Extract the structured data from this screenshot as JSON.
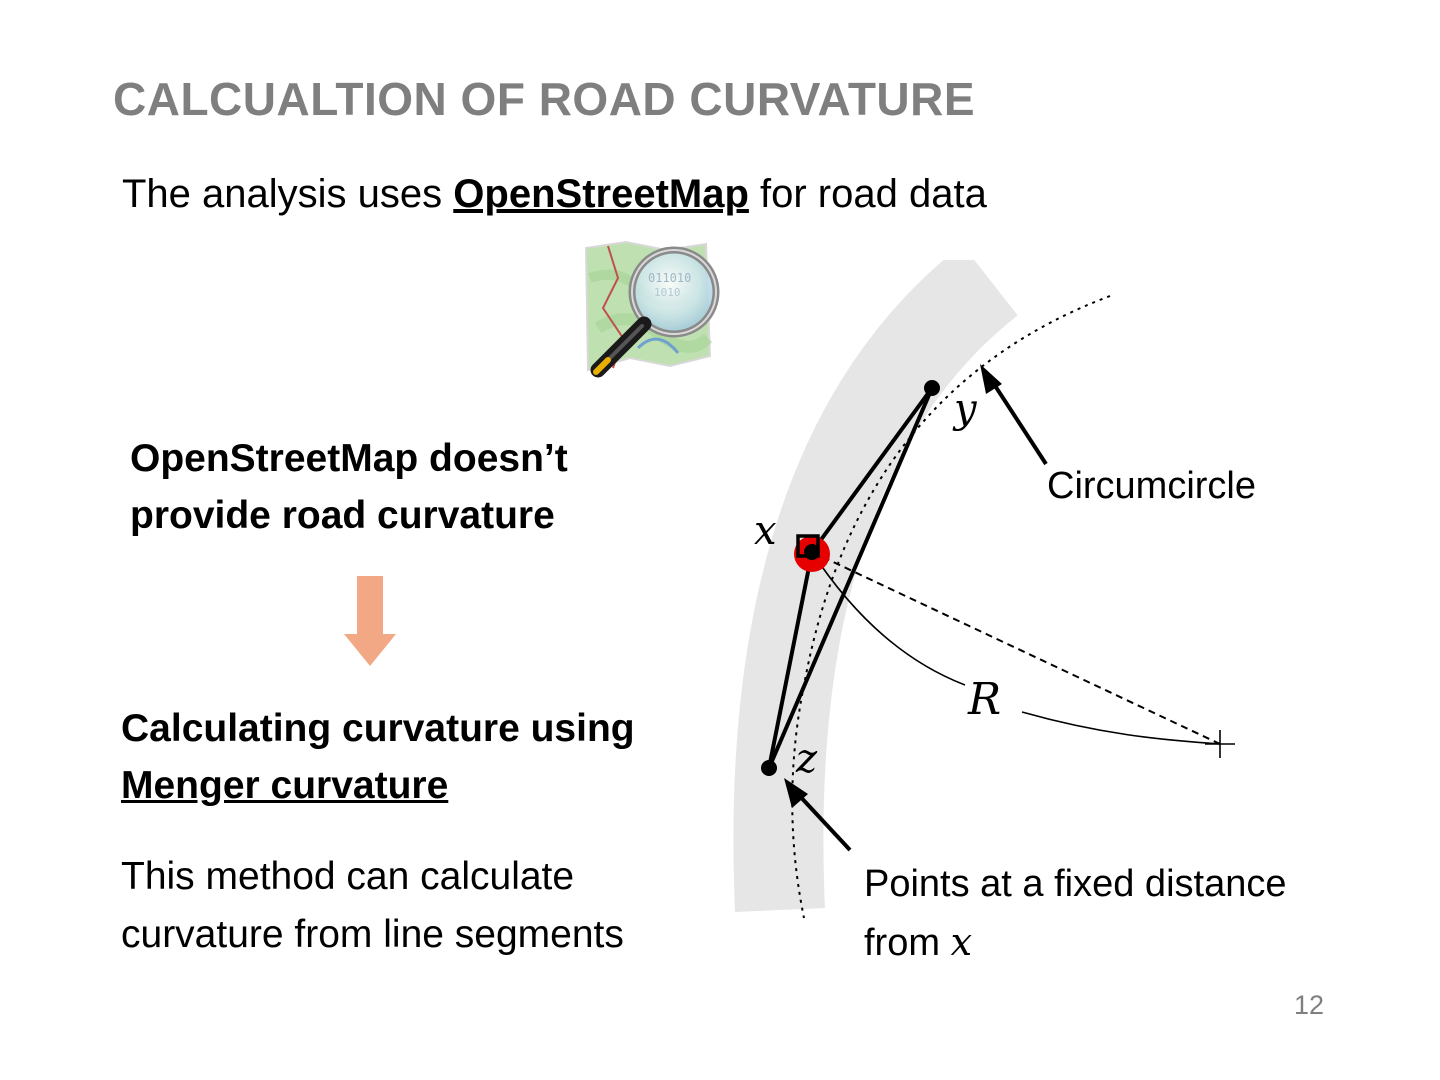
{
  "slide": {
    "title": "CALCUALTION OF ROAD CURVATURE",
    "intro": {
      "before": "The analysis uses ",
      "link": "OpenStreetMap",
      "after": " for road data"
    },
    "no_curvature": {
      "line1": "OpenStreetMap doesn’t",
      "line2": "provide road curvature"
    },
    "menger": {
      "line1": "Calculating curvature using",
      "line2": "Menger curvature"
    },
    "method": {
      "line1": "This method can calculate",
      "line2": "curvature from line segments"
    },
    "page_number": "12"
  },
  "diagram": {
    "circumcircle_label": "Circumcircle",
    "points_label_line1": "Points at a fixed distance",
    "points_label_line2_prefix": "from ",
    "points_label_var": "x",
    "point_x": "x",
    "point_y": "y",
    "point_z": "z",
    "radius": "R"
  },
  "colors": {
    "title": "#7f7f7f",
    "arrow": "#f2a884",
    "road": "#e6e6e6",
    "highlight": "#e60000"
  },
  "icons": {
    "logo": "openstreetmap-logo",
    "arrow": "arrow-down-icon"
  }
}
